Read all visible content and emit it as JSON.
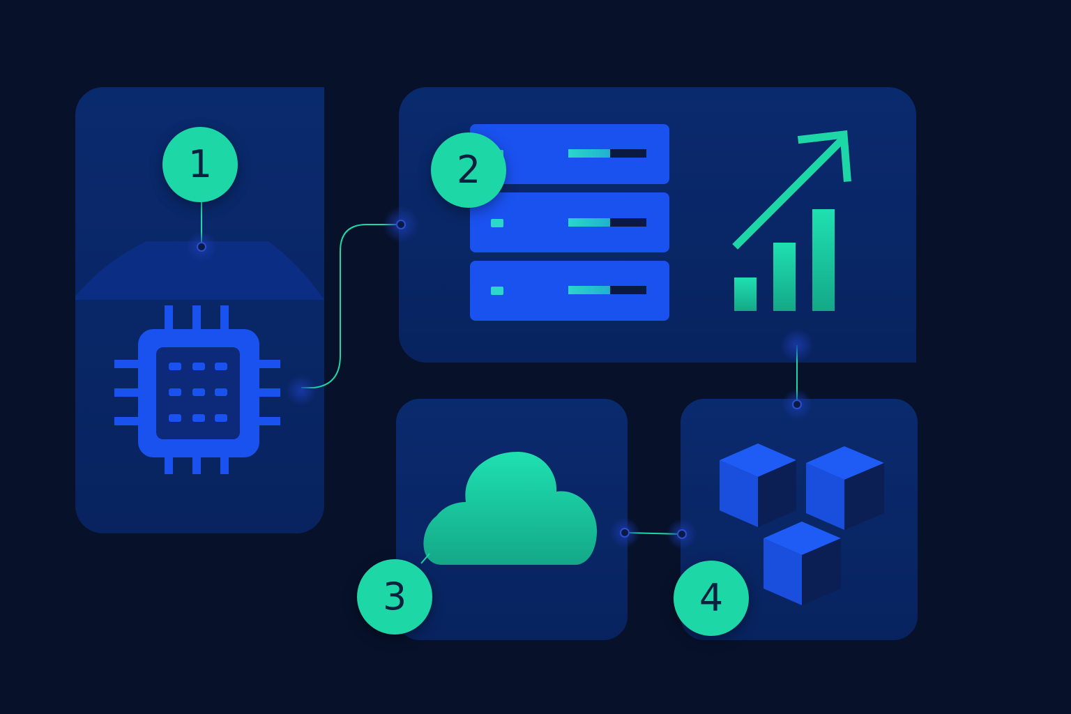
{
  "steps": [
    {
      "number": "1",
      "icon": "cpu-chip-icon"
    },
    {
      "number": "2",
      "icon": "server-rack-icon"
    },
    {
      "number": "3",
      "icon": "cloud-icon"
    },
    {
      "number": "4",
      "icon": "cubes-icon"
    }
  ],
  "decorations": {
    "growth_chart": "bar-chart-growth-icon",
    "arrow": "trend-up-arrow-icon"
  },
  "colors": {
    "background": "#07112a",
    "panel": "#0a2a6e",
    "accent_green": "#1dd8a6",
    "accent_blue": "#1a52f0",
    "badge_text": "#0b1f3f"
  }
}
